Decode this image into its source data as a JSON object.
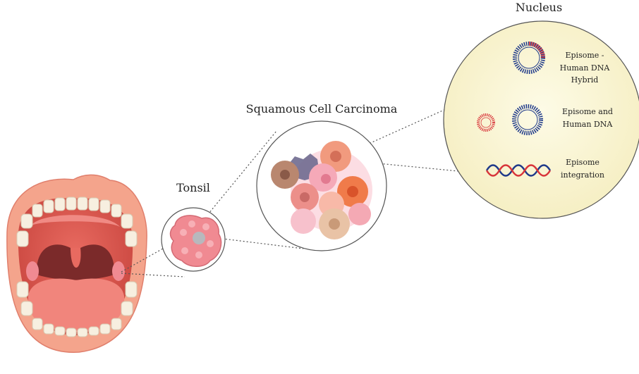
{
  "labels": {
    "tonsil": "Tonsil",
    "carcinoma": "Squamous Cell Carcinoma",
    "nucleus": "Nucleus"
  },
  "nucleus_items": [
    {
      "lines": [
        "Episome -",
        "Human DNA",
        "Hybrid"
      ]
    },
    {
      "lines": [
        "Episome and",
        "Human DNA"
      ]
    },
    {
      "lines": [
        "Episome",
        "integration"
      ]
    }
  ],
  "colors": {
    "lip": "#f4a48c",
    "lip_dark": "#e98a78",
    "mouth_inside": "#e0625a",
    "throat": "#7b2a2a",
    "tongue": "#f1857c",
    "teeth": "#f7efe0",
    "tonsil": "#f08a92",
    "nucleus_fill": "#fbf6d4",
    "dna_blue": "#1f3a8a",
    "dna_red": "#d8353a",
    "outline": "#555555"
  },
  "icons": {
    "mouth": "open-mouth-illustration",
    "tonsil": "tonsil-tissue-icon",
    "cells": "cancer-cell-cluster-icon",
    "hybrid": "episome-hybrid-ring-icon",
    "episome_small": "episome-ring-icon",
    "human_dna": "human-dna-ring-icon",
    "helix": "dna-double-helix-icon"
  }
}
